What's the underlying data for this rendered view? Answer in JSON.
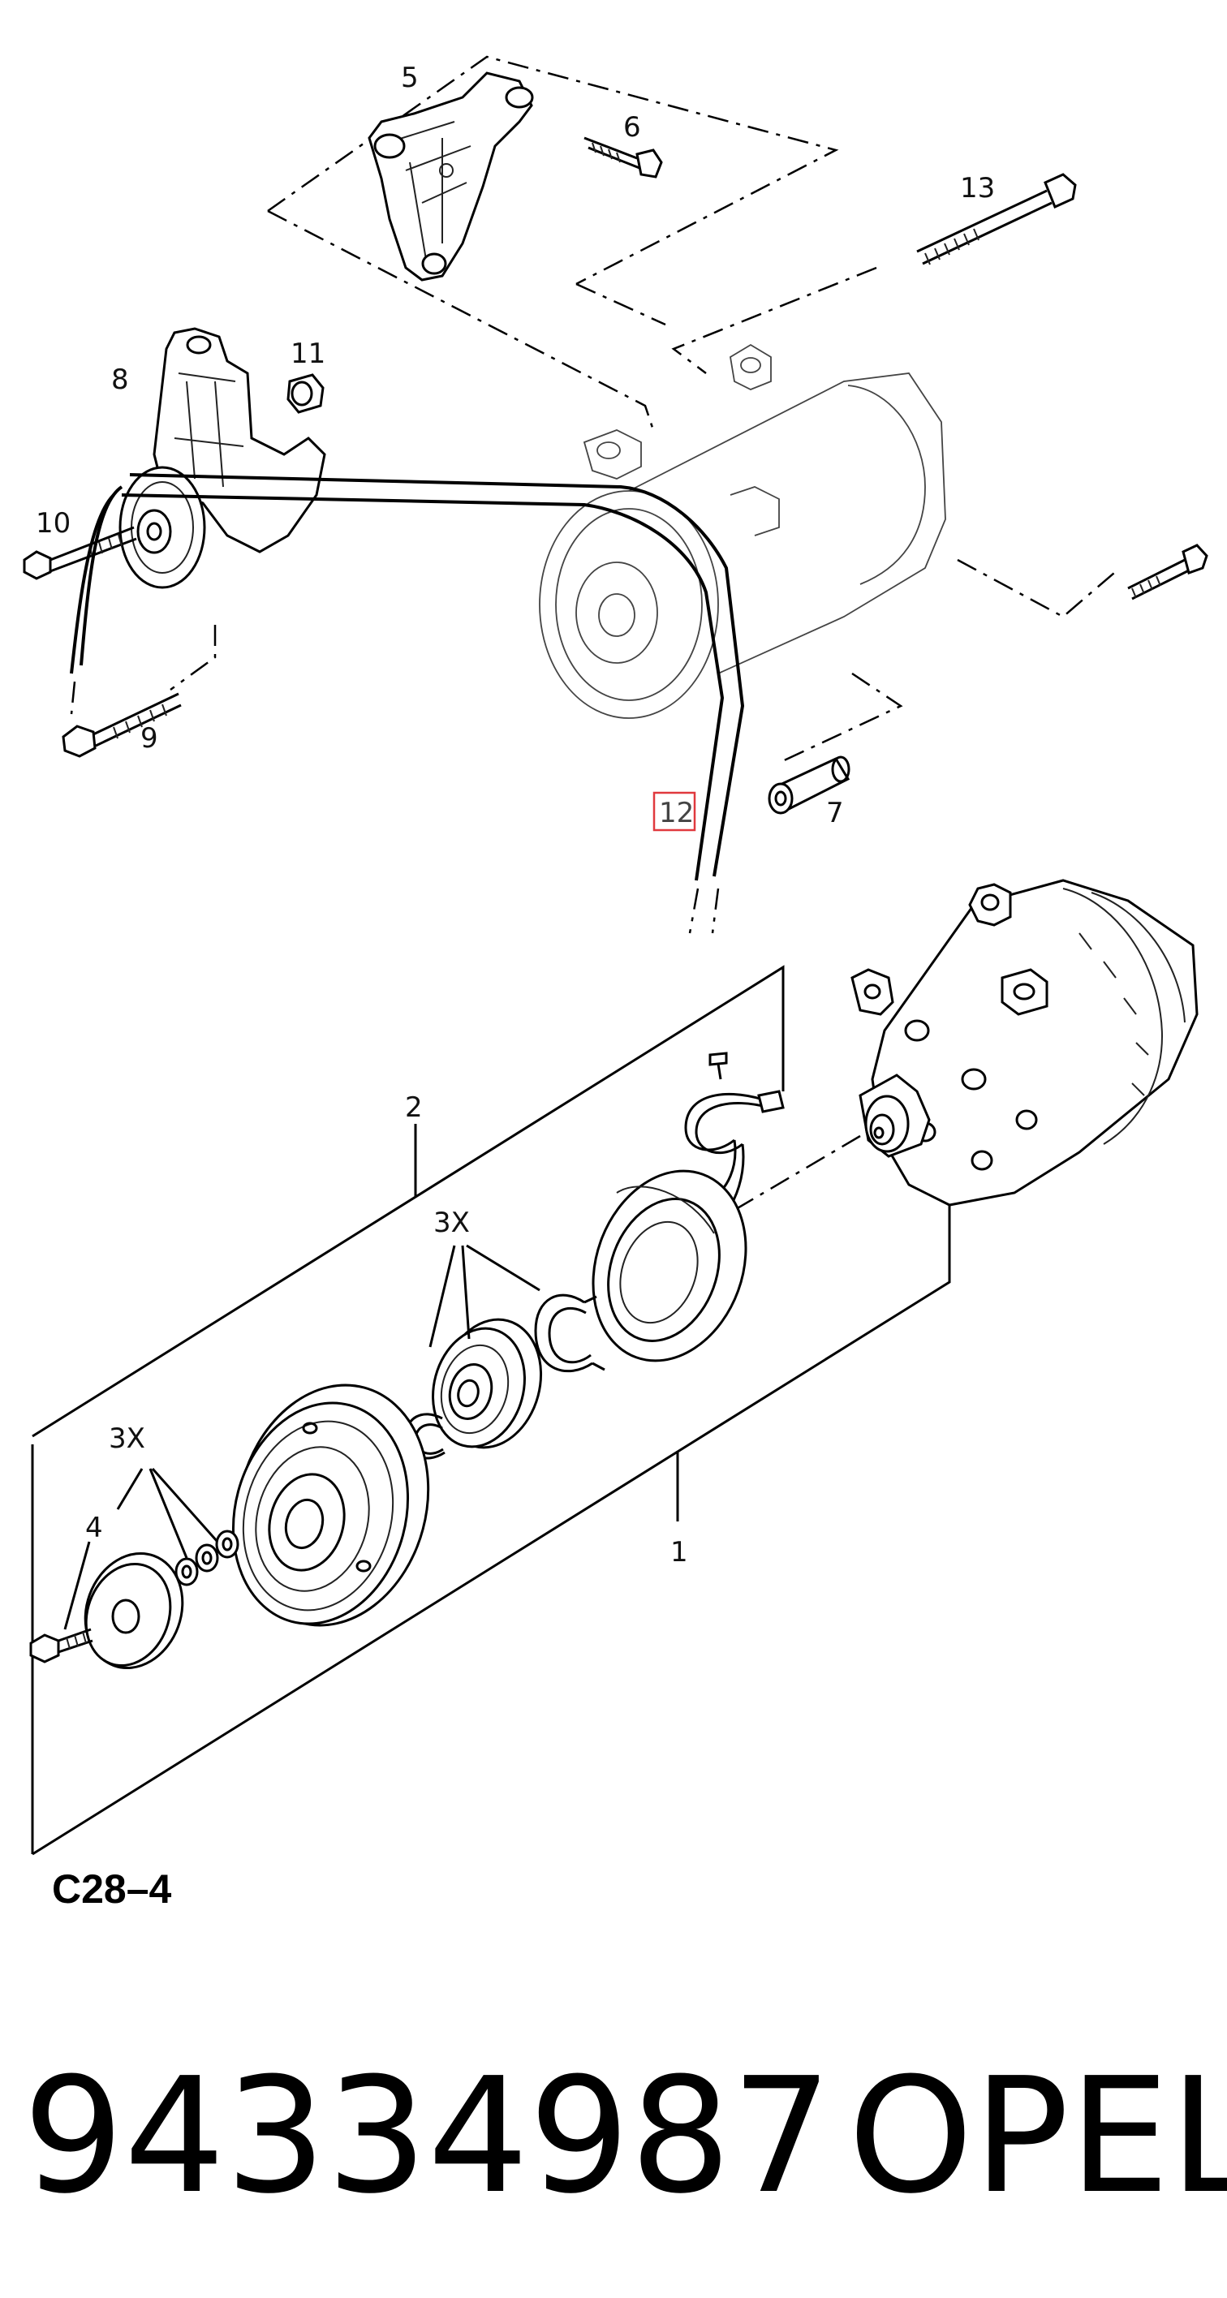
{
  "diagram": {
    "callouts": {
      "c1": "1",
      "c2": "2",
      "c3x_a": "3X",
      "c3x_b": "3X",
      "c4": "4",
      "c5": "5",
      "c6": "6",
      "c7": "7",
      "c8": "8",
      "c9": "9",
      "c10": "10",
      "c11": "11",
      "c12": "12",
      "c13": "13"
    },
    "section_code": "C28–4",
    "highlighted_callout": "12"
  },
  "footer": {
    "part_number": "94334987",
    "brand": "OPEL"
  },
  "colors": {
    "line": "#000000",
    "highlight": "#e0393e",
    "background": "#ffffff"
  }
}
